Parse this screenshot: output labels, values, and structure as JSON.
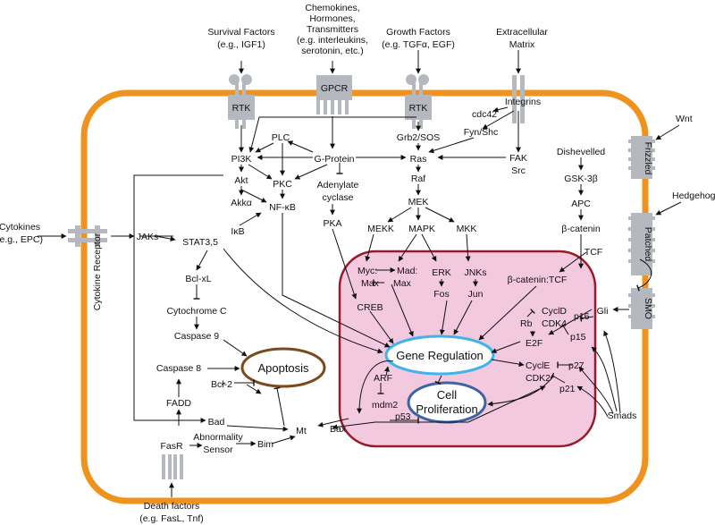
{
  "extracellular": {
    "survival_l1": "Survival Factors",
    "survival_l2": "(e.g., IGF1)",
    "chemo_l1": "Chemokines,",
    "chemo_l2": "Hormones,",
    "chemo_l3": "Transmitters",
    "chemo_l4": "(e.g. interleukins,",
    "chemo_l5": "serotonin, etc.)",
    "growth_l1": "Growth Factors",
    "growth_l2": "(e.g. TGFα, EGF)",
    "ecm_l1": "Extracellular",
    "ecm_l2": "Matrix",
    "wnt": "Wnt",
    "hedgehog": "Hedgehog",
    "cytokines_l1": "Cytokines",
    "cytokines_l2": "(e.g., EPC)",
    "death_l1": "Death factors",
    "death_l2": "(e.g. FasL, Tnf)"
  },
  "receptors": {
    "rtk1": "RTK",
    "gpcr": "GPCR",
    "rtk2": "RTK",
    "integrins": "Integrins",
    "frizzled": "Frizzled",
    "patched": "Patched",
    "smo": "SMO",
    "cytokine_receptor": "Cytokine Receptor",
    "fasr": "FasR"
  },
  "cytoplasm": {
    "cdc42": "cdc42",
    "grb2": "Grb2/SOS",
    "fyn": "Fyn/Shc",
    "fak": "FAK",
    "src": "Src",
    "plc": "PLC",
    "pi3k": "PI3K",
    "gprotein": "G-Protein",
    "ras": "Ras",
    "akt": "Akt",
    "pkc": "PKC",
    "adenylate_l1": "Adenylate",
    "adenylate_l2": "cyclase",
    "raf": "Raf",
    "akka": "Akkα",
    "nfkb": "NF-κB",
    "ikb": "IκB",
    "pka": "PKA",
    "mek": "MEK",
    "mekk": "MEKK",
    "mapk": "MAPK",
    "mkk": "MKK",
    "jaks": "JAKs",
    "stat": "STAT3,5",
    "bclxl": "Bcl-xL",
    "cytc": "Cytochrome C",
    "casp9": "Caspase 9",
    "casp8": "Caspase 8",
    "apoptosis": "Apoptosis",
    "fadd": "FADD",
    "bcl2": "Bcl-2",
    "bad": "Bad",
    "mt": "Mt",
    "abn_l1": "Abnormality",
    "abn_l2": "Sensor",
    "bim": "Bim",
    "bax": "Bax",
    "dishevelled": "Dishevelled",
    "gsk": "GSK-3β",
    "apc": "APC",
    "bcat": "β-catenin",
    "tcf": "TCF",
    "gli": "Gli",
    "smads": "Smads"
  },
  "nucleus": {
    "myc": "Myc:",
    "mad": "Mad:",
    "max1": "Max",
    "max2": "Max",
    "erk": "ERK",
    "fos": "Fos",
    "jnks": "JNKs",
    "jun": "Jun",
    "bcat_tcf": "β-catenin:TCF",
    "creb": "CREB",
    "gene_regulation": "Gene Regulation",
    "cycld": "CyclD",
    "cdk4": "CDK4",
    "p16": "p16",
    "rb": "Rb",
    "p15": "p15",
    "e2f": "E2F",
    "cycle": "CyclE",
    "cdk2": "CDK2",
    "p27": "p27",
    "p21": "p21",
    "arf": "ARF",
    "mdm2": "mdm2",
    "p53": "p53",
    "cell_l1": "Cell",
    "cell_l2": "Proliferation"
  },
  "colors": {
    "membrane": "#f0931e",
    "nucleus_fill": "#f2c9df",
    "nucleus_border": "#9a1a2a",
    "receptor": "#b5b8be",
    "gene_reg_border": "#3fb4ea",
    "apoptosis_border": "#7a4a1c",
    "cell_prolif_border": "#3c63a5"
  }
}
